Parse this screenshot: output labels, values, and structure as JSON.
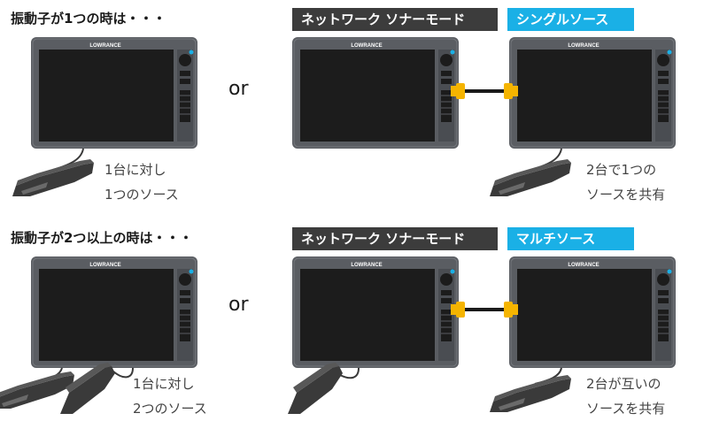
{
  "top": {
    "heading": "振動子が1つの時は・・・",
    "mode_label": "ネットワーク ソナーモード",
    "mode_value": "シングルソース",
    "or": "or",
    "left_caption": [
      "1台に対し",
      "1つのソース"
    ],
    "right_caption": [
      "2台で1つの",
      "ソースを共有"
    ]
  },
  "bottom": {
    "heading": "振動子が2つ以上の時は・・・",
    "mode_label": "ネットワーク ソナーモード",
    "mode_value": "マルチソース",
    "or": "or",
    "left_caption": [
      "1台に対し",
      "2つのソース"
    ],
    "right_caption": [
      "2台が互いの",
      "ソースを共有"
    ]
  },
  "brand": "LOWRANCE",
  "colors": {
    "tag_dark": "#3c3c3c",
    "tag_blue": "#1ab0e6",
    "bezel": "#5a5d62",
    "screen": "#1c1c1c",
    "cable_connector": "#f5b400"
  }
}
